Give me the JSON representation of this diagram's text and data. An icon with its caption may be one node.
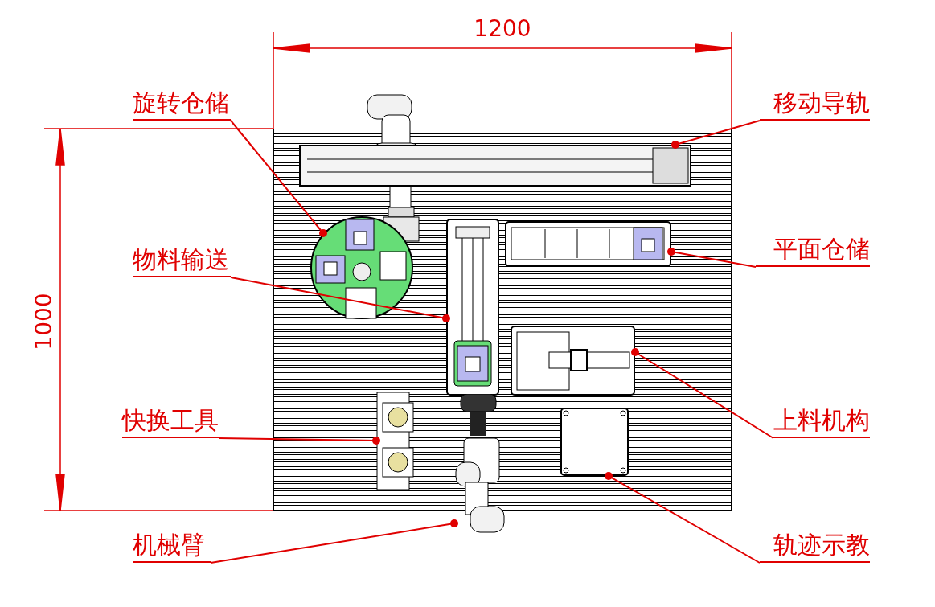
{
  "diagram": {
    "nodes": [
      {
        "text": [
          "旋转仓储"
        ]
      },
      {
        "text": [
          "移动导轨"
        ]
      },
      {
        "text": [
          "物料输送"
        ]
      },
      {
        "text": [
          "平面仓储"
        ]
      },
      {
        "text": [
          "快换工具"
        ]
      },
      {
        "text": [
          "上料机构"
        ]
      },
      {
        "text": [
          "机械臂"
        ]
      },
      {
        "text": [
          "轨迹示教"
        ]
      },
      {
        "text": [],
        "shape": "picture"
      },
      {
        "text": [],
        "shape": "picture"
      },
      {
        "text": [],
        "shape": "picture"
      },
      {
        "text": [],
        "shape": "picture"
      },
      {
        "text": [],
        "shape": "picture"
      },
      {
        "text": [],
        "shape": "picture"
      },
      {
        "text": [],
        "shape": "picture"
      },
      {
        "text": [],
        "shape": "picture"
      }
    ],
    "edges": [
      {
        "from": 0,
        "to": 8,
        "arrow": "other"
      },
      {
        "from": 1,
        "to": 9,
        "arrow": "other"
      },
      {
        "from": 2,
        "to": 10,
        "arrow": "other"
      },
      {
        "from": 3,
        "to": 11,
        "arrow": "other"
      },
      {
        "from": 4,
        "to": 12,
        "arrow": "other"
      },
      {
        "from": 5,
        "to": 13,
        "arrow": "other"
      },
      {
        "from": 6,
        "to": 14,
        "arrow": "other"
      },
      {
        "from": 7,
        "to": 15,
        "arrow": "other"
      }
    ],
    "labels": [
      "1200",
      "1000"
    ]
  }
}
